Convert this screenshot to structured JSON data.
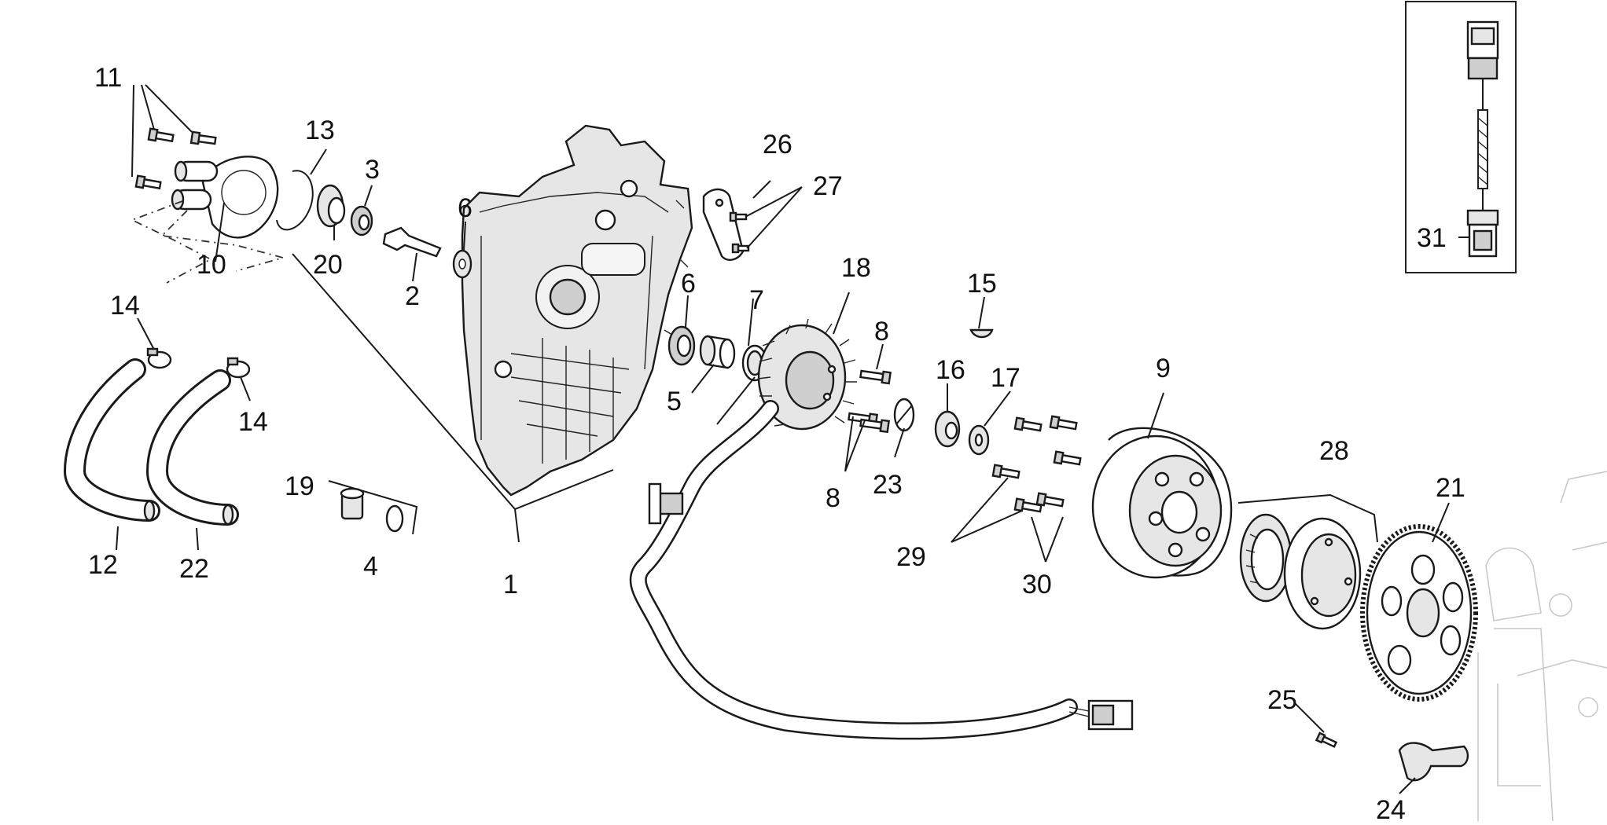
{
  "callouts": {
    "c1": "1",
    "c2": "2",
    "c3": "3",
    "c4": "4",
    "c5": "5",
    "c6a": "6",
    "c6b": "6",
    "c7": "7",
    "c8a": "8",
    "c8b": "8",
    "c9": "9",
    "c10": "10",
    "c11": "11",
    "c12": "12",
    "c13": "13",
    "c14a": "14",
    "c14b": "14",
    "c15": "15",
    "c16": "16",
    "c17": "17",
    "c18": "18",
    "c19": "19",
    "c20": "20",
    "c21": "21",
    "c22": "22",
    "c23": "23",
    "c24": "24",
    "c25": "25",
    "c26": "26",
    "c27": "27",
    "c28": "28",
    "c29": "29",
    "c30": "30",
    "c31": "31"
  }
}
